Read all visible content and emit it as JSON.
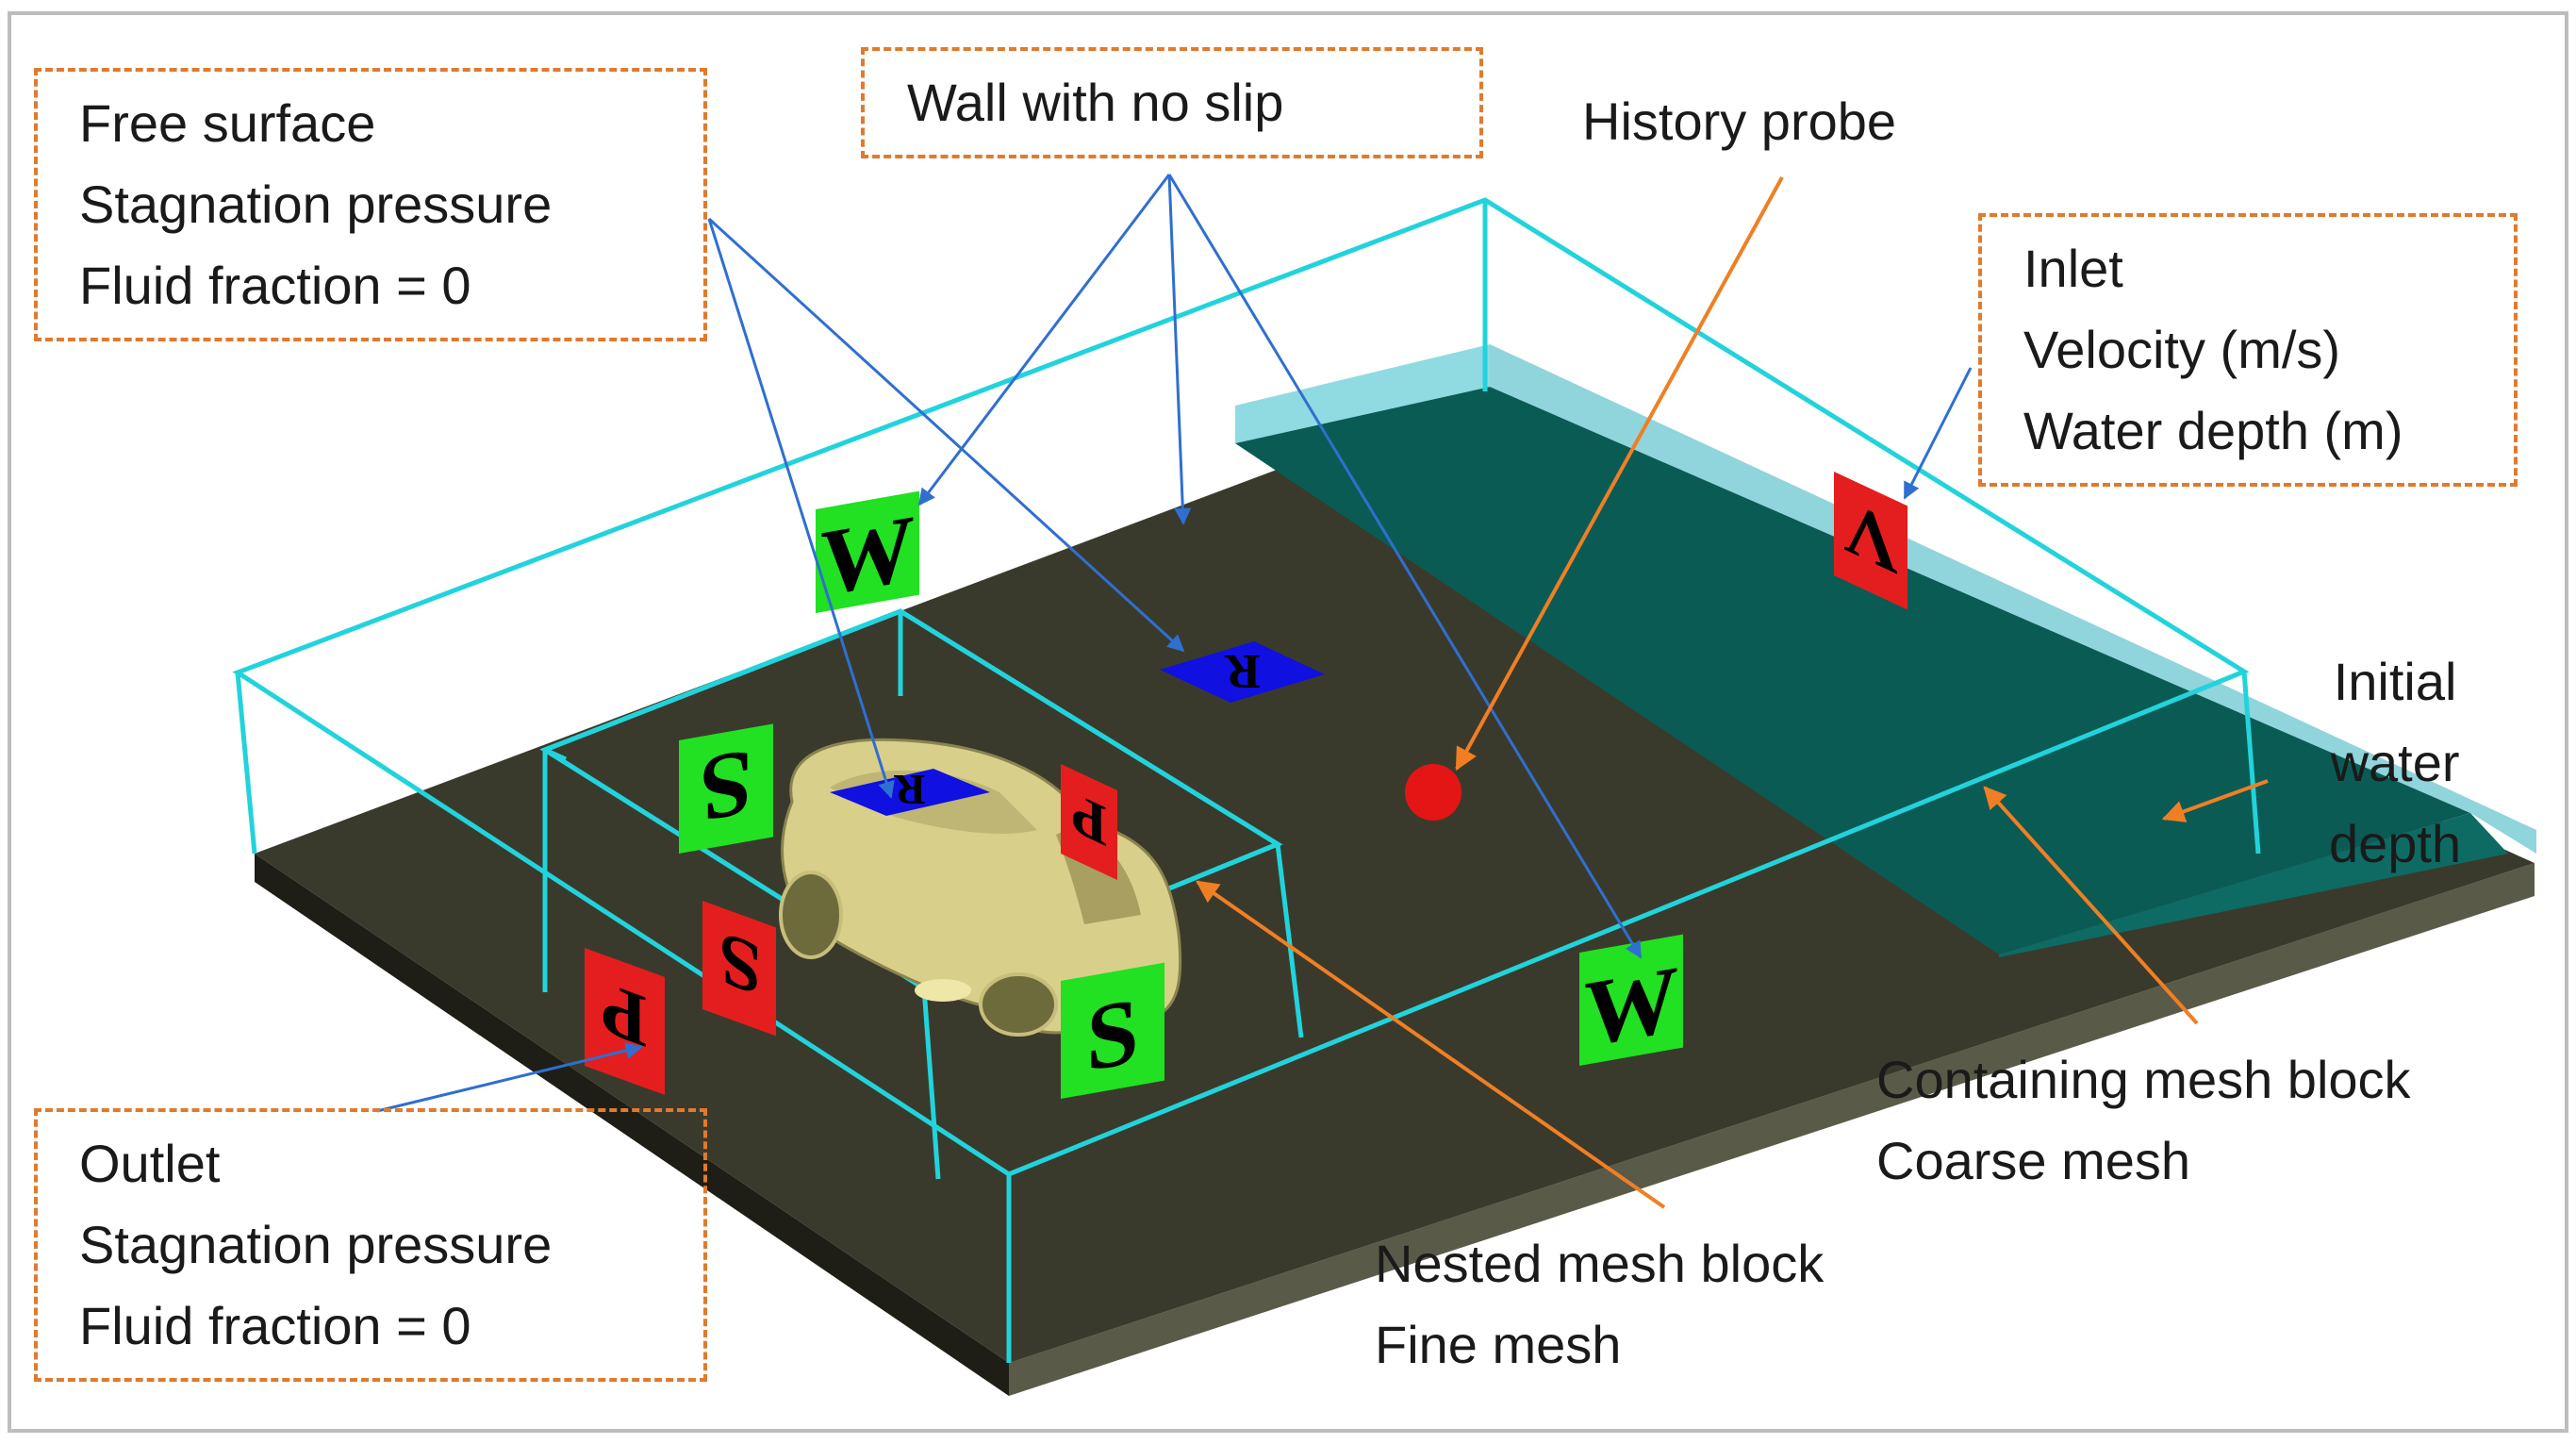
{
  "colors": {
    "accent_blue": "#2f6fd0",
    "accent_orange": "#f07f24",
    "domain_edge": "#22d3dc",
    "floor": "#3a3a2c",
    "water": "#0b5b55",
    "wall_marker": "#22e022",
    "symmetry_marker": "#22e022",
    "pressure_marker": "#e41e1e",
    "roughness_marker": "#1010e0",
    "probe": "#e41515",
    "box_border": "#e07a2e"
  },
  "labels": {
    "free_surface": [
      "Free surface",
      "Stagnation pressure",
      "Fluid fraction = 0"
    ],
    "wall": [
      "Wall with no slip"
    ],
    "history_probe": [
      "History probe"
    ],
    "inlet": [
      "Inlet",
      "Velocity (m/s)",
      "Water depth (m)"
    ],
    "initial_water": [
      "Initial",
      "water",
      "depth"
    ],
    "containing_mesh": [
      "Containing mesh block",
      "Coarse mesh"
    ],
    "nested_mesh": [
      "Nested mesh block",
      "Fine mesh"
    ],
    "outlet": [
      "Outlet",
      "Stagnation pressure",
      "Fluid fraction = 0"
    ]
  },
  "markers": {
    "wall": "W",
    "symmetry": "S",
    "pressure": "P",
    "velocity": "V",
    "probe_marker": "R"
  }
}
